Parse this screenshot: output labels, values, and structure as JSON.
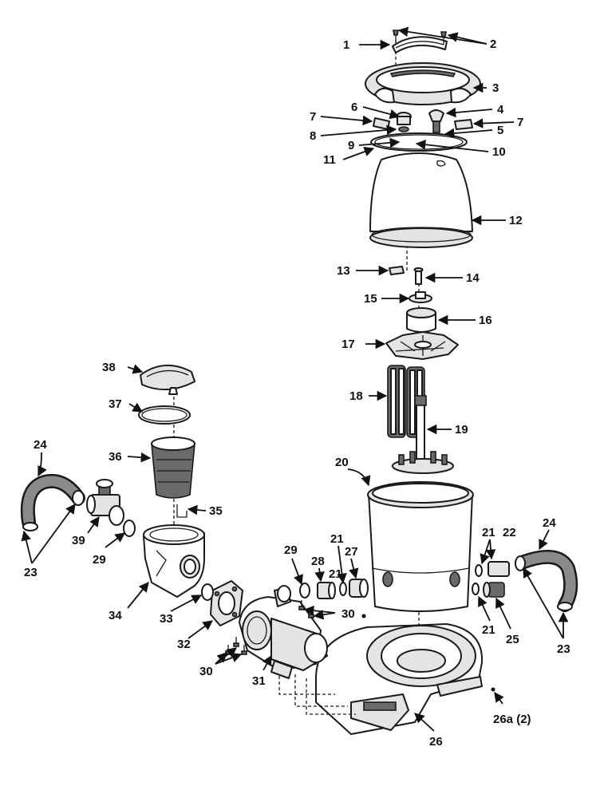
{
  "labels": {
    "l1": "1",
    "l2": "2",
    "l3": "3",
    "l4": "4",
    "l5": "5",
    "l6": "6",
    "l7a": "7",
    "l7b": "7",
    "l8": "8",
    "l9": "9",
    "l10": "10",
    "l11": "11",
    "l12": "12",
    "l13": "13",
    "l14": "14",
    "l15": "15",
    "l16": "16",
    "l17": "17",
    "l18": "18",
    "l19": "19",
    "l20": "20",
    "l21a": "21",
    "l21b": "21",
    "l21c": "21",
    "l21d": "21",
    "l22": "22",
    "l23a": "23",
    "l23b": "23",
    "l24a": "24",
    "l24b": "24",
    "l25": "25",
    "l26": "26",
    "l26a": "26a (2)",
    "l27": "27",
    "l28": "28",
    "l29a": "29",
    "l29b": "29",
    "l30a": "30",
    "l30b": "30",
    "l31": "31",
    "l32": "32",
    "l33": "33",
    "l34": "34",
    "l35": "35",
    "l36": "36",
    "l37": "37",
    "l38": "38",
    "l39": "39"
  }
}
